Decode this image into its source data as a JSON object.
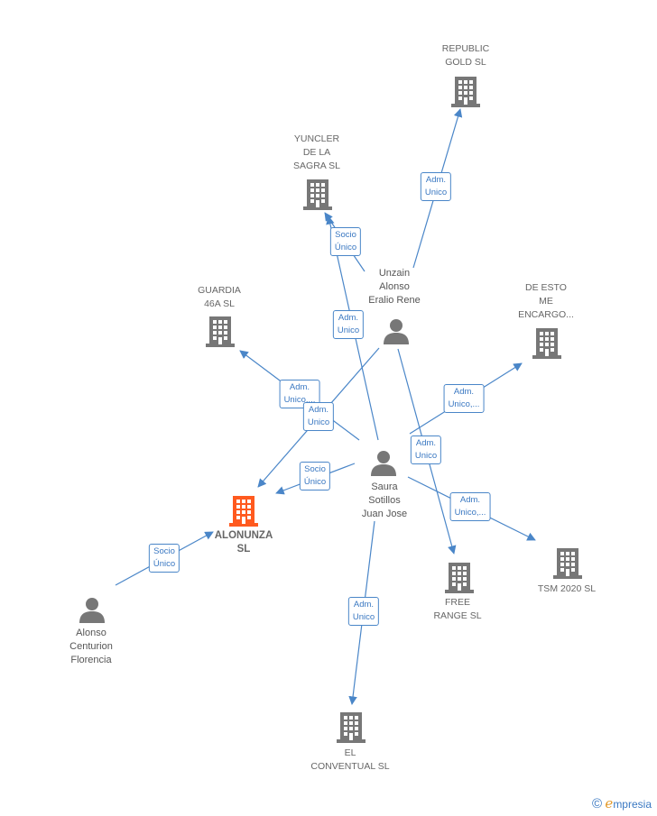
{
  "colors": {
    "edge": "#4a86c8",
    "node": "#777777",
    "focus": "#ff5a1f",
    "watermark_accent": "#e39a2a"
  },
  "nodes": {
    "republic_gold": {
      "label": "REPUBLIC\nGOLD  SL",
      "kind": "company"
    },
    "yuncler": {
      "label": "YUNCLER\nDE LA\nSAGRA  SL",
      "kind": "company"
    },
    "unzain": {
      "label": "Unzain\nAlonso\nEralio Rene",
      "kind": "person"
    },
    "guardia": {
      "label": "GUARDIA\n46A  SL",
      "kind": "company"
    },
    "de_esto": {
      "label": "DE ESTO\nME\nENCARGO...",
      "kind": "company"
    },
    "saura": {
      "label": "Saura\nSotillos\nJuan Jose",
      "kind": "person"
    },
    "alonunza": {
      "label": "ALONUNZA\nSL",
      "kind": "focus"
    },
    "free_range": {
      "label": "FREE\nRANGE  SL",
      "kind": "company"
    },
    "tsm": {
      "label": "TSM 2020  SL",
      "kind": "company"
    },
    "alonso": {
      "label": "Alonso\nCenturion\nFlorencia",
      "kind": "person"
    },
    "el_conventual": {
      "label": "EL\nCONVENTUAL SL",
      "kind": "company"
    }
  },
  "edges": [
    {
      "label": "Adm.\nUnico",
      "from": "unzain",
      "to": "republic_gold"
    },
    {
      "label": "Socio\nÚnico",
      "from": "unzain",
      "to": "yuncler"
    },
    {
      "label": "Adm.\nUnico",
      "from": "saura",
      "to": "yuncler"
    },
    {
      "label": "Adm.\nUnico,...",
      "from": "saura",
      "to": "guardia"
    },
    {
      "label": "Adm.\nUnico",
      "from": "unzain",
      "to": "alonunza"
    },
    {
      "label": "Adm.\nUnico,...",
      "from": "saura",
      "to": "de_esto"
    },
    {
      "label": "Adm.\nUnico",
      "from": "unzain",
      "to": "free_range"
    },
    {
      "label": "Socio\nÚnico",
      "from": "saura",
      "to": "alonunza"
    },
    {
      "label": "Adm.\nUnico,...",
      "from": "saura",
      "to": "tsm"
    },
    {
      "label": "Socio\nÚnico",
      "from": "alonso",
      "to": "alonunza"
    },
    {
      "label": "Adm.\nUnico",
      "from": "saura",
      "to": "el_conventual"
    }
  ],
  "watermark": {
    "symbol": "©",
    "brand_initial": "e",
    "brand_rest": "mpresia"
  }
}
